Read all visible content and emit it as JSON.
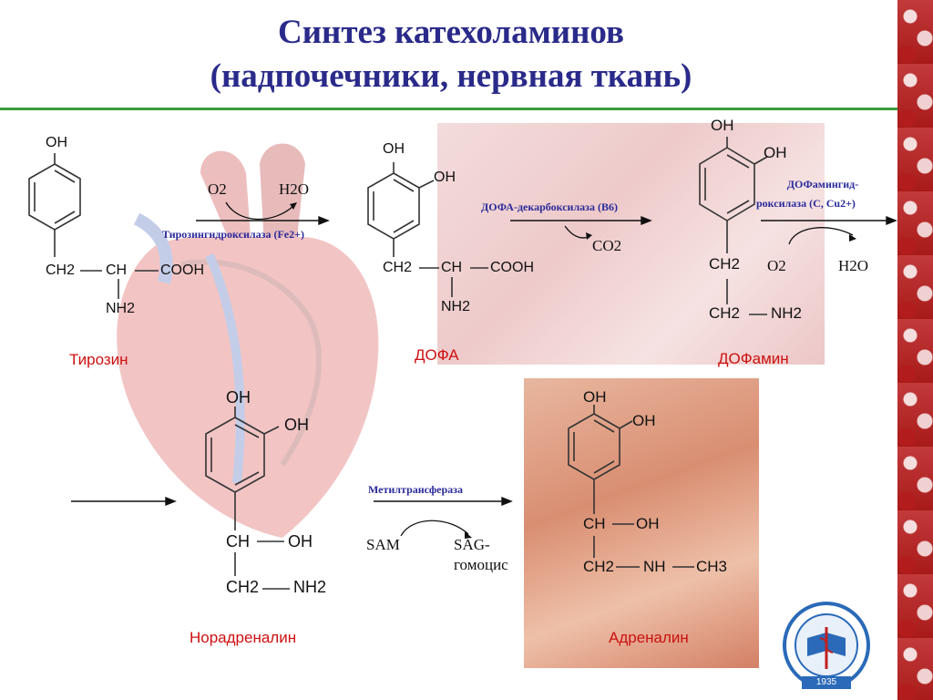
{
  "title": {
    "line1": "Синтез катехоламинов",
    "line2": "(надпочечники, нервная ткань)"
  },
  "compounds": {
    "tyrosine": "Тирозин",
    "dopa": "ДОФА",
    "dopamine": "ДОФамин",
    "noradrenaline": "Норадреналин",
    "adrenaline": "Адреналин"
  },
  "enzymes": {
    "tyrosine_hydroxylase": "Тирозингидроксилаза (Fe2+)",
    "dopa_decarboxylase": "ДОФА-декарбоксилаза (B6)",
    "dopamine_hydroxylase_1": "ДОФамингид-",
    "dopamine_hydroxylase_2": "роксилаза (C, Cu2+)",
    "methyltransferase": "Метилтрансфераза"
  },
  "reagents": {
    "o2": "O2",
    "h2o": "H2O",
    "co2": "CO2",
    "sam": "SAM",
    "sag_1": "SAG-",
    "sag_2": "гомоцис"
  },
  "groups": {
    "oh": "OH",
    "ch2": "CH2",
    "ch": "CH",
    "cooh": "COOH",
    "nh2": "NH2",
    "nh": "NH",
    "ch3": "CH3"
  },
  "logo": {
    "year": "1935"
  },
  "colors": {
    "title": "#2a2a8a",
    "label_red": "#cc1111",
    "enzyme_blue": "#2a2a9a",
    "rule_green": "#3a9a3a"
  }
}
